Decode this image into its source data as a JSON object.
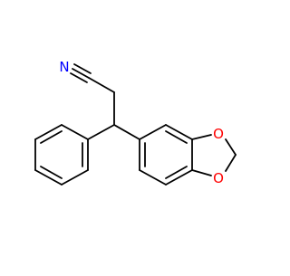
{
  "molecule": {
    "atoms": {
      "nitrile_n": {
        "label": "N",
        "color": "#0000ff"
      },
      "ring_o_top": {
        "label": "O",
        "color": "#ff0000"
      },
      "ring_o_bottom": {
        "label": "O",
        "color": "#ff0000"
      }
    },
    "bond_color": "#000000"
  }
}
